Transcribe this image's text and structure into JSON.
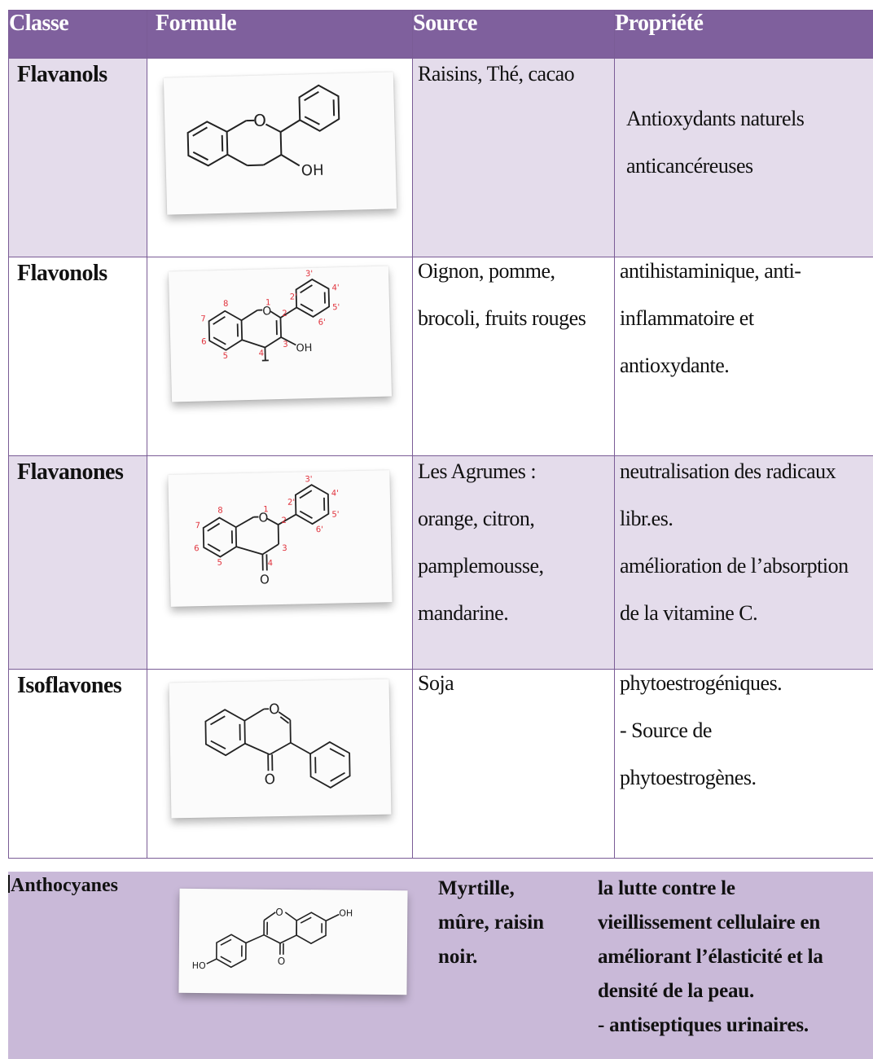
{
  "header": {
    "classe": "Classe",
    "formule": "Formule",
    "source": "Source",
    "propriete": "Propriété"
  },
  "rows": [
    {
      "classe": "Flavanols",
      "source": [
        "Raisins, Thé, cacao"
      ],
      "propriete": [
        "Antioxydants naturels",
        "anticancéreuses"
      ],
      "formula_labels": [
        "O",
        "OH"
      ]
    },
    {
      "classe": "Flavonols",
      "source": [
        "Oignon, pomme,",
        "brocoli, fruits rouges"
      ],
      "propriete": [
        "antihistaminique, anti-",
        "inflammatoire et",
        "antioxydante."
      ],
      "formula_labels": [
        "O",
        "OH"
      ]
    },
    {
      "classe": "Flavanones",
      "source": [
        "Les Agrumes :",
        "orange, citron,",
        "pamplemousse,",
        "mandarine."
      ],
      "propriete": [
        "neutralisation des radicaux",
        "libr.es.",
        "amélioration de l’absorption",
        "de la vitamine C."
      ],
      "formula_labels": [
        "O",
        "O"
      ]
    },
    {
      "classe": "Isoflavones",
      "source": [
        "Soja"
      ],
      "propriete": [
        "phytoestrogéniques.",
        "- Source de",
        "phytoestrogènes."
      ],
      "formula_labels": [
        "O",
        "O"
      ]
    }
  ],
  "last_row": {
    "classe": "Anthocyanes",
    "source": [
      "Myrtille,",
      "mûre, raisin",
      "noir."
    ],
    "propriete": [
      "la lutte contre le",
      "vieillissement cellulaire en",
      "améliorant l’élasticité et la",
      "densité de la peau.",
      "- antiseptiques urinaires."
    ],
    "formula_labels": [
      "O",
      "OH",
      "O",
      "HO"
    ]
  },
  "colors": {
    "header_bg": "#7f609d",
    "row_lavender": "#e4dceb",
    "last_row_bg": "#c9b9d8",
    "atom_numbers": "#e0303a"
  }
}
